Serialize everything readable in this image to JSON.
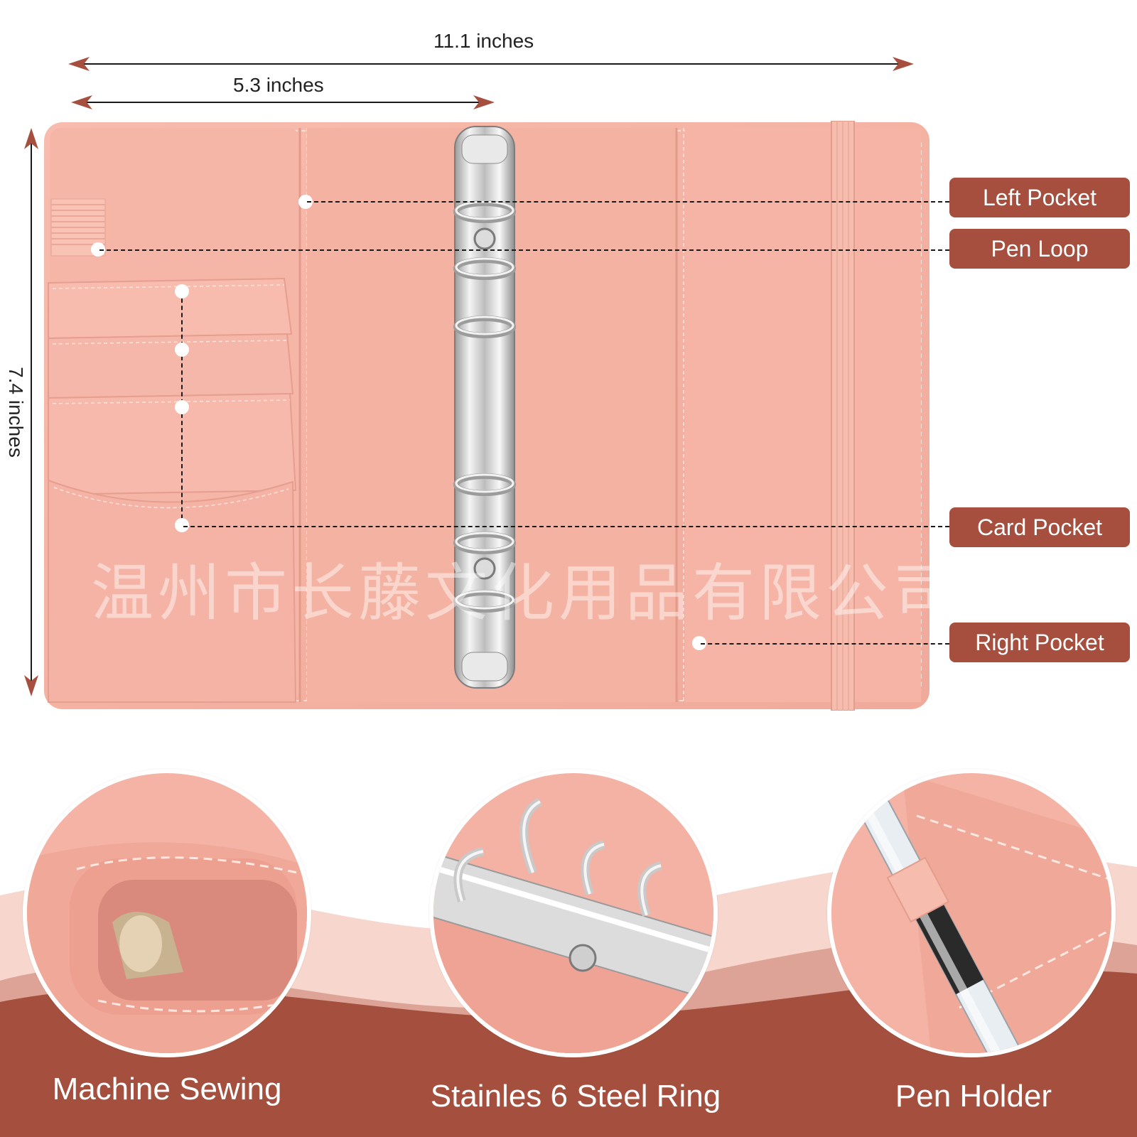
{
  "dimensions": {
    "total_width": "11.1 inches",
    "half_width": "5.3 inches",
    "height": "7.4 inches"
  },
  "callouts": [
    {
      "label": "Left Pocket"
    },
    {
      "label": "Pen Loop"
    },
    {
      "label": "Card Pocket"
    },
    {
      "label": "Right Pocket"
    }
  ],
  "watermark": "温州市长藤文化用品有限公司",
  "features": [
    {
      "label": "Machine Sewing",
      "icon": "stitched-edge-closeup"
    },
    {
      "label": "Stainles 6 Steel Ring",
      "icon": "binder-rings-closeup"
    },
    {
      "label": "Pen Holder",
      "icon": "pen-loop-closeup"
    }
  ],
  "colors": {
    "accent": "#a64f3f",
    "leather": "#f6b7a8",
    "leather_dark": "#e9a092",
    "wave_light": "#f6d6cd",
    "wave_dark": "#a54f3e"
  }
}
